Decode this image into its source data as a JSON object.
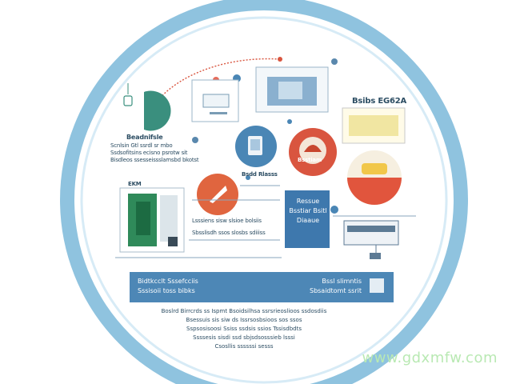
{
  "circles": {
    "top_left": {
      "label": "Beadnifsle"
    },
    "center_orange": {
      "label": "Bsdd Rlasss"
    },
    "center_red": {
      "label": "Bsstiam"
    }
  },
  "top_right_card": {
    "title": "Bsibs EG62A"
  },
  "middle_panel": {
    "label": "EKM",
    "title_lines": [
      "Ressue",
      "Bsstiar Bsitl",
      "Diaaue"
    ]
  },
  "left_text_lines": [
    "Scnlsin Gtl ssrdl sr mbo",
    "Ssdsofitsins ecisno psrotw sit",
    "Bisdleos ssesseissslamsbd bkotst"
  ],
  "mid_text_lines": [
    "Lsssiens sisw slsioe bolsiis",
    "Sbsslisdh ssos slosbs sdiiiss"
  ],
  "banner": {
    "left_line_1": "Bidtkcclt Sssefcciis",
    "left_line_2": "Sssisoii toss bibks",
    "right_line_1": "Bssl slimntis",
    "right_line_2": "Sbsaidtomt ssrit"
  },
  "bottom_text_lines": [
    "Boslrd Birrcrds ss Ispmt Bsoidsilhsa ssrsrieoslioos ssdosdiis",
    "Bsessuis sis siw ds Issrsosbsioos sos ssos",
    "Sspsosisoosi Ssiss ssdsis ssios Tssisdbdts",
    "Ssssesis sisdi ssd sbjsdsosssieb lsssi",
    "Csosllis ssssssi sesss"
  ],
  "watermark": "www.gdxmfw.com",
  "colors": {
    "ring": "#8fc3df",
    "ring_inner": "#d7ebf6",
    "teal": "#3a8f7e",
    "blue": "#4a86b5",
    "orange": "#e0653f",
    "red": "#d9553f",
    "panel_blue": "#3e78ad",
    "banner_blue": "#4d87b6"
  }
}
